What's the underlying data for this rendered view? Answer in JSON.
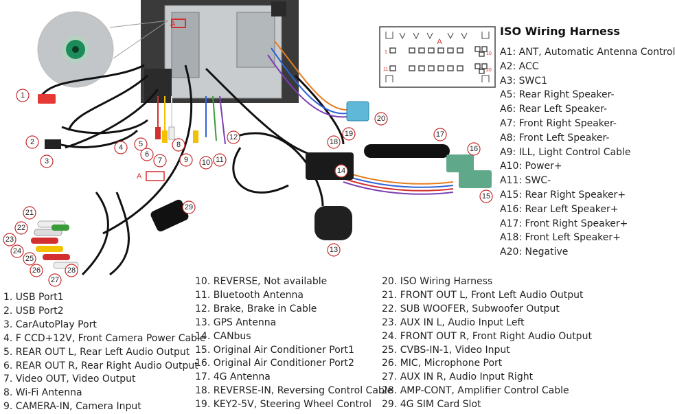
{
  "iso_harness": {
    "title": "ISO Wiring Harness",
    "connector_marker": "A",
    "pin_labels": [
      "1",
      "10",
      "11",
      "20"
    ],
    "pins": [
      "A1: ANT, Automatic Antenna Control",
      "A2: ACC",
      "A3: SWC1",
      "A5: Rear Right Speaker-",
      "A6: Rear Left Speaker-",
      "A7: Front Right Speaker-",
      "A8: Front Left Speaker-",
      "A9: ILL, Light Control Cable",
      "A10: Power+",
      "A11: SWC-",
      "A15: Rear Right Speaker+",
      "A16: Rear Left Speaker+",
      "A17: Front Right Speaker+",
      "A18: Front Left Speaker+",
      "A20: Negative"
    ]
  },
  "photo": {
    "unit_marker": "A",
    "callouts": [
      "1",
      "2",
      "3",
      "4",
      "5",
      "6",
      "7",
      "8",
      "9",
      "10",
      "11",
      "12",
      "13",
      "14",
      "15",
      "16",
      "17",
      "18",
      "19",
      "20",
      "21",
      "22",
      "23",
      "24",
      "25",
      "26",
      "27",
      "28",
      "29"
    ]
  },
  "legend": {
    "column1": [
      "1. USB Port1",
      "2. USB Port2",
      "3. CarAutoPlay Port",
      "4. F CCD+12V, Front Camera Power Cable",
      "5. REAR OUT L, Rear Left Audio Output",
      "6. REAR OUT R, Rear Right Audio Output",
      "7. Video OUT, Video Output",
      "8. Wi-Fi Antenna",
      "9. CAMERA-IN, Camera Input"
    ],
    "column2": [
      "10. REVERSE, Not available",
      "11. Bluetooth Antenna",
      "12. Brake, Brake in Cable",
      "13. GPS Antenna",
      "14. CANbus",
      "15. Original Air Conditioner Port1",
      "16. Original Air Conditioner Port2",
      "17. 4G Antenna",
      "18. REVERSE-IN, Reversing Control Cable",
      "19. KEY2-5V, Steering Wheel Control"
    ],
    "column3": [
      "20. ISO Wiring Harness",
      "21. FRONT OUT L, Front Left Audio Output",
      "22. SUB WOOFER, Subwoofer Output",
      "23. AUX IN L, Audio Input Left",
      "24. FRONT OUT R, Front Right Audio Output",
      "25. CVBS-IN-1, Video Input",
      "26. MIC, Microphone Port",
      "27. AUX IN R, Audio Input Right",
      "28. AMP-CONT, Amplifier Control Cable",
      "29. 4G SIM Card Slot"
    ]
  },
  "colors": {
    "callout_ring": "#c62828",
    "marker_red": "#d32f2f",
    "wire_black": "#111111",
    "connector_green": "#5fa88a",
    "connector_blue": "#5fb8d8",
    "rca_red": "#d32f2f",
    "rca_white": "#f2f2f2",
    "rca_yellow": "#f2c200",
    "rca_green": "#3a9b3a"
  }
}
